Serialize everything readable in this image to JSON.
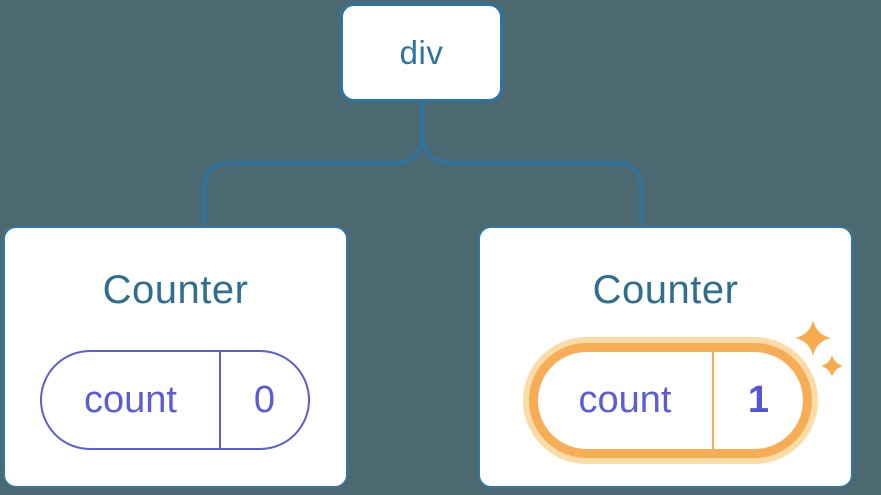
{
  "diagram": {
    "description": "React component tree showing state update",
    "root": {
      "label": "div"
    },
    "children": [
      {
        "title": "Counter",
        "state": {
          "key": "count",
          "value": "0"
        },
        "highlighted": false
      },
      {
        "title": "Counter",
        "state": {
          "key": "count",
          "value": "1"
        },
        "highlighted": true
      }
    ]
  },
  "icons": {
    "sparkles": "sparkles-icon"
  },
  "colors": {
    "background": "#4C6972",
    "tree_line_blue": "#2E74A3",
    "node_border_blue": "#2E74A3",
    "card_border_blue": "#35769E",
    "title_text_blue": "#2E6E91",
    "state_indigo": "#5A5CD8",
    "state_value_bold_indigo": "#5456D6",
    "highlight_orange": "#F6AD55",
    "highlight_glow": "#FADCA8",
    "card_background": "#FFFFFF"
  }
}
